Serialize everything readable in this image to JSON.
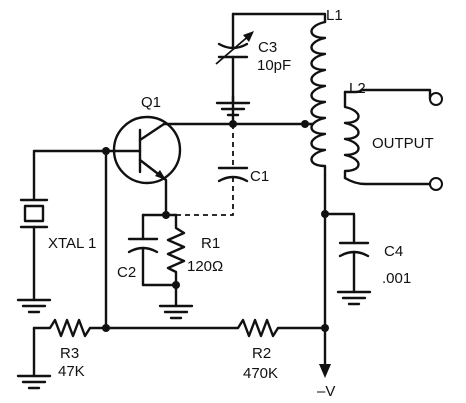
{
  "labels": {
    "q1": "Q1",
    "l1": "L1",
    "l2": "L2",
    "c3_name": "C3",
    "c3_value": "10pF",
    "c1": "C1",
    "c2": "C2",
    "r1_name": "R1",
    "r1_value": "120Ω",
    "c4_name": "C4",
    "c4_value": ".001",
    "xtal": "XTAL 1",
    "r3_name": "R3",
    "r3_value": "47K",
    "r2_name": "R2",
    "r2_value": "470K",
    "output": "OUTPUT",
    "supply": "–V"
  }
}
